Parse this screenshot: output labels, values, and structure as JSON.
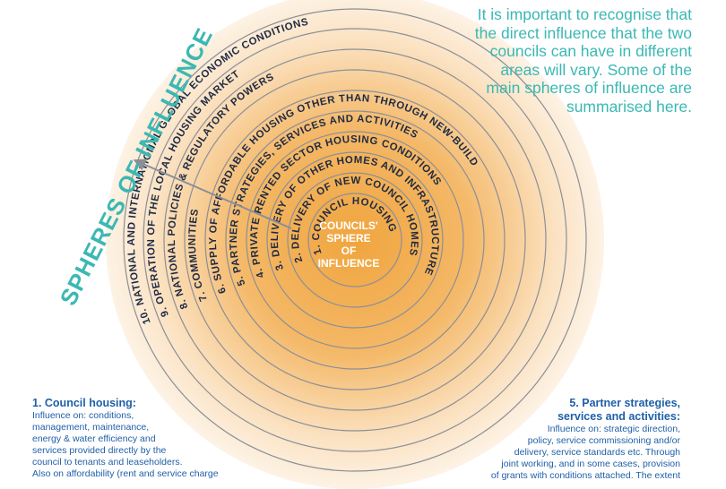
{
  "intro_text": "It is important to recognise that the direct influence that the two councils can have in different areas will vary. Some of the main spheres of influence are summarised here.",
  "side_title": "SPHERES OF INFLUENCE",
  "centre_label": [
    "COUNCILS'",
    "SPHERE",
    "OF",
    "INFLUENCE"
  ],
  "rings": [
    "1. COUNCIL HOUSING",
    "2. DELIVERY OF NEW COUNCIL HOMES",
    "3. DELIVERY OF OTHER HOMES AND INFRASTRUCTURE",
    "4. PRIVATE RENTED SECTOR HOUSING CONDITIONS",
    "5. PARTNER STRATEGIES, SERVICES AND ACTIVITIES",
    "6. SUPPLY OF AFFORDABLE HOUSING OTHER THAN THROUGH NEW-BUILD",
    "7. COMMUNITIES",
    "8. NATIONAL POLICIES & REGULATORY POWERS",
    "9. OPERATION OF THE LOCAL HOUSING MARKET",
    "10. NATIONAL AND INTERNATIONAL GLOBAL ECONOMIC CONDITIONS"
  ],
  "notes": {
    "left": {
      "heading": "1. Council housing:",
      "lines": [
        "Influence on: conditions,",
        "management, maintenance,",
        "energy & water efficiency and",
        "services provided directly by the",
        "council to tenants and leaseholders.",
        "Also on affordability (rent and service charge"
      ]
    },
    "right": {
      "heading_lines": [
        "5. Partner strategies,",
        "services and activities:"
      ],
      "lines": [
        "Influence on: strategic direction,",
        "policy, service commissioning and/or",
        "delivery, service standards etc. Through",
        "joint working, and in some cases, provision",
        "of grants with conditions attached. The extent"
      ]
    }
  },
  "colors": {
    "teal": "#3bb8b3",
    "navy": "#1f2a44",
    "orange_core": "#f0a53e",
    "orange_edge": "#fdf1e3",
    "ring_stroke": "#8a8f99",
    "note_blue": "#1f5fa8",
    "arrow": "#8a8f99"
  }
}
